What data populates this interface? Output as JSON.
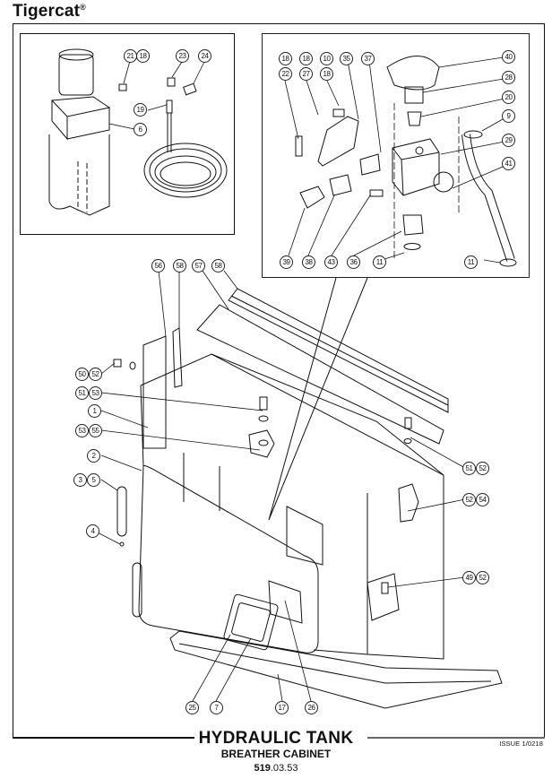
{
  "header": {
    "brand": "Tigercat",
    "brand_mark": "®"
  },
  "footer": {
    "title": "HYDRAULIC TANK",
    "subtitle": "BREATHER CABINET",
    "code_bold": "519",
    "code_rest": ".03.53",
    "issue": "ISSUE 1/0218"
  },
  "callouts_left_inset": [
    "21",
    "18",
    "23",
    "24",
    "19",
    "6"
  ],
  "callouts_right_inset": [
    "18",
    "18",
    "10",
    "35",
    "37",
    "22",
    "27",
    "18",
    "40",
    "28",
    "20",
    "9",
    "29",
    "41",
    "39",
    "38",
    "43",
    "36",
    "11",
    "11"
  ],
  "callouts_main": [
    "56",
    "58",
    "57",
    "58",
    "50",
    "52",
    "51",
    "53",
    "1",
    "53",
    "55",
    "2",
    "3",
    "5",
    "4",
    "51",
    "52",
    "52",
    "54",
    "49",
    "52",
    "25",
    "7",
    "17",
    "26"
  ]
}
